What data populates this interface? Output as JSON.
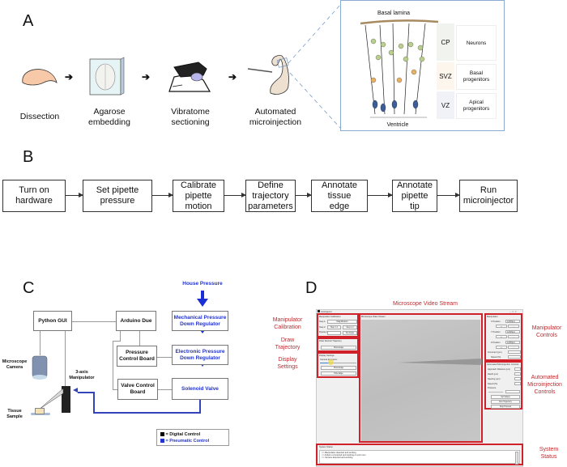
{
  "panels": {
    "A": {
      "letter": "A",
      "steps": [
        {
          "label_l1": "Dissection",
          "label_l2": ""
        },
        {
          "label_l1": "Agarose",
          "label_l2": "embedding"
        },
        {
          "label_l1": "Vibratome",
          "label_l2": "sectioning"
        },
        {
          "label_l1": "Automated",
          "label_l2": "microinjection"
        }
      ],
      "inset": {
        "top_label": "Basal lamina",
        "bottom_label": "Ventricle",
        "zones": [
          {
            "abbr": "CP",
            "desc_l1": "Neurons",
            "desc_l2": "",
            "color": "#f1f3ee"
          },
          {
            "abbr": "SVZ",
            "desc_l1": "Basal",
            "desc_l2": "progenitors",
            "color": "#fdf6ec"
          },
          {
            "abbr": "VZ",
            "desc_l1": "Apical",
            "desc_l2": "progenitors",
            "color": "#f1f2f8"
          }
        ]
      }
    },
    "B": {
      "letter": "B",
      "steps": [
        {
          "l1": "Turn on",
          "l2": "hardware",
          "l3": ""
        },
        {
          "l1": "Set pipette",
          "l2": "pressure",
          "l3": ""
        },
        {
          "l1": "Calibrate",
          "l2": "pipette",
          "l3": "motion"
        },
        {
          "l1": "Define",
          "l2": "trajectory",
          "l3": "parameters"
        },
        {
          "l1": "Annotate",
          "l2": "tissue",
          "l3": "edge"
        },
        {
          "l1": "Annotate",
          "l2": "pipette",
          "l3": "tip"
        },
        {
          "l1": "Run",
          "l2": "microinjector",
          "l3": ""
        }
      ]
    },
    "C": {
      "letter": "C",
      "house_pressure": "House Pressure",
      "python_gui": "Python GUI",
      "arduino": "Arduino Due",
      "mech_reg_l1": "Mechanical Pressure",
      "mech_reg_l2": "Down Regulator",
      "pcb_l1": "Pressure",
      "pcb_l2": "Control Board",
      "elec_reg_l1": "Electronic Pressure",
      "elec_reg_l2": "Down Regulator",
      "vcb_l1": "Valve Control",
      "vcb_l2": "Board",
      "solenoid": "Solenoid Valve",
      "camera_l1": "Microscope",
      "camera_l2": "Camera",
      "manip_l1": "3-axis",
      "manip_l2": "Manipulator",
      "tissue_l1": "Tissue",
      "tissue_l2": "Sample",
      "legend": [
        {
          "label": "= Digital Control",
          "color": "#000000"
        },
        {
          "label": "= Pneumatic  Control",
          "color": "#2233cc"
        }
      ]
    },
    "D": {
      "letter": "D",
      "callouts": {
        "video": "Microscope Video Stream",
        "manip_cal_l1": "Manipulator",
        "manip_cal_l2": "Calibration",
        "draw_l1": "Draw",
        "draw_l2": "Trajectory",
        "display_l1": "Display",
        "display_l2": "Settings",
        "manip_ctrl_l1": "Manipulator",
        "manip_ctrl_l2": "Controls",
        "auto_l1": "Automated",
        "auto_l2": "Microinjection",
        "auto_l3": "Controls",
        "status_l1": "System",
        "status_l2": "Status"
      },
      "gui": {
        "window_title": "Autoinjector",
        "cal_title": "Manipulator Calibration",
        "step1": "Step 1:",
        "magnification": "Magnification",
        "step2": "Step 2:",
        "step1_2": "Step 1.1",
        "step1_3": "Step 1.2",
        "pipette_angle": "Pipette Angle:",
        "set_angle": "Set Angle",
        "draw_title": "Draw Desired Trajectory",
        "show_edge": "Show Edge",
        "display_title": "Display Settings",
        "camera_exposure": "Camera Exposure:",
        "show_edge2": "Show Edge",
        "hide_edge": "Hide Edge",
        "video_title": "Microscope Video Stream",
        "manip_title": "Manipulator",
        "x_position": "X Position",
        "x_val": "12345μm",
        "y_position": "Y Position",
        "y_val": "12345μm",
        "z_position": "Z Position",
        "z_val": "12345μm",
        "increment": "Increment (μm)",
        "speed": "Speed (%)",
        "plus": "+",
        "minus": "-",
        "auto_title": "Automated Microinjection Controls",
        "approach": "Approach Distance (μm)",
        "depth": "Depth (μm)",
        "spacing": "Spacing (μm)",
        "speed2": "Speed (%)",
        "pressure": "Pressure",
        "set_values": "Set Values",
        "run_traj": "Run Trajectory",
        "stop": "Stop Process",
        "status_title": "System Status",
        "status_lines": [
          ">> Manipulator detected and working",
          ">> Arduino connected and working on port xxxx",
          ">> Camera detected and working"
        ]
      }
    }
  }
}
